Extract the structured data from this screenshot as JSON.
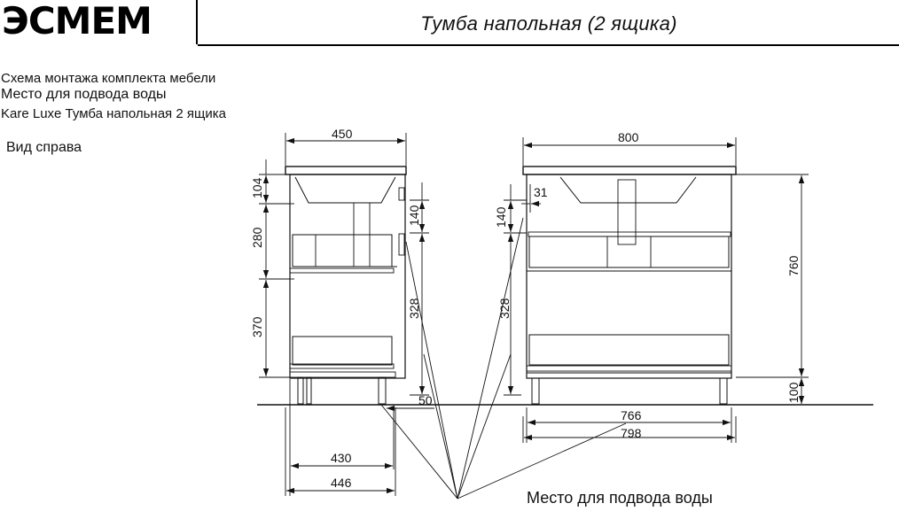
{
  "header": {
    "logo_text": "ЭСМЕМ",
    "title": "Тумба напольная (2 ящика)"
  },
  "notes": {
    "line1": "Схема монтажа комплекта мебели",
    "line2": "Место для подвода воды",
    "line3": "Kare Luxe Тумба напольная 2 ящика"
  },
  "side_view": {
    "label": "Вид справа",
    "dims": {
      "width_top": "450",
      "h_104": "104",
      "h_280": "280",
      "h_370": "370",
      "h_140": "140",
      "h_328": "328",
      "d_50": "50",
      "w_430": "430",
      "w_446": "446"
    }
  },
  "front_view": {
    "dims": {
      "width_top": "800",
      "d_31": "31",
      "h_140": "140",
      "h_328": "328",
      "h_760": "760",
      "h_100": "100",
      "w_766": "766",
      "w_798": "798"
    }
  },
  "callout": {
    "water_supply": "Место для подвода воды"
  },
  "colors": {
    "line": "#111111",
    "background": "#ffffff"
  }
}
